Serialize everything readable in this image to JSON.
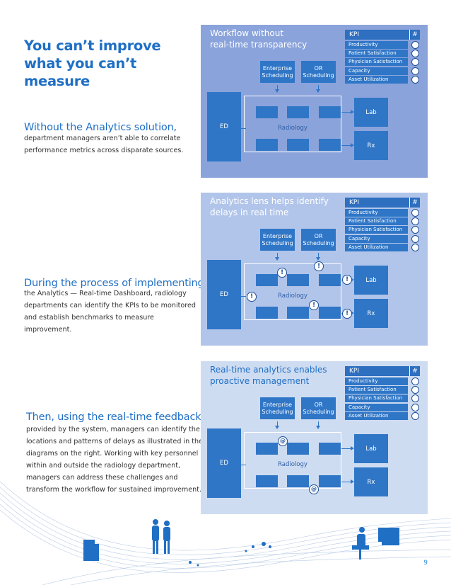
{
  "headline": "You can’t improve what you can’t measure",
  "sections": [
    {
      "title": "Without the Analytics solution,",
      "body": "department managers aren’t able to correlate\nperformance metrics across disparate sources."
    },
    {
      "title": "During the process of implementing",
      "body": "the Analytics — Real-time Dashboard, radiology\ndepartments can identify the KPIs to be monitored\nand establish benchmarks to measure improvement."
    },
    {
      "title": "Then, using the real-time feedback",
      "body": "provided by the system, managers can identify the\nlocations and patterns of delays as illustrated in the\ndiagrams on the right. Working with key personnel\nwithin and outside the radiology department,\nmanagers can address these challenges and\ntransform the workflow for sustained improvement."
    }
  ],
  "panels": [
    {
      "title": "Workflow without\nreal-time transparency",
      "bg": "#8aa3db"
    },
    {
      "title": "Analytics lens helps identify\ndelays in real time",
      "bg": "#b1c5ea"
    },
    {
      "title": "Real-time analytics enables\nproactive management",
      "bg": "#cedcf2"
    }
  ],
  "kpi": {
    "header": "KPI",
    "hash": "#",
    "items": [
      "Productivity",
      "Patient Satisfaction",
      "Physician Satisfaction",
      "Capacity",
      "Asset Utilization"
    ]
  },
  "diagram": {
    "enterprise": "Enterprise\nScheduling",
    "or": "OR\nScheduling",
    "ed": "ED",
    "radiology": "Radiology",
    "lab": "Lab",
    "rx": "Rx",
    "alert_symbol": "!",
    "managed_symbol": "@"
  },
  "page_number": "9",
  "colors": {
    "accent": "#1f6fc4",
    "box": "#2f76c7"
  }
}
